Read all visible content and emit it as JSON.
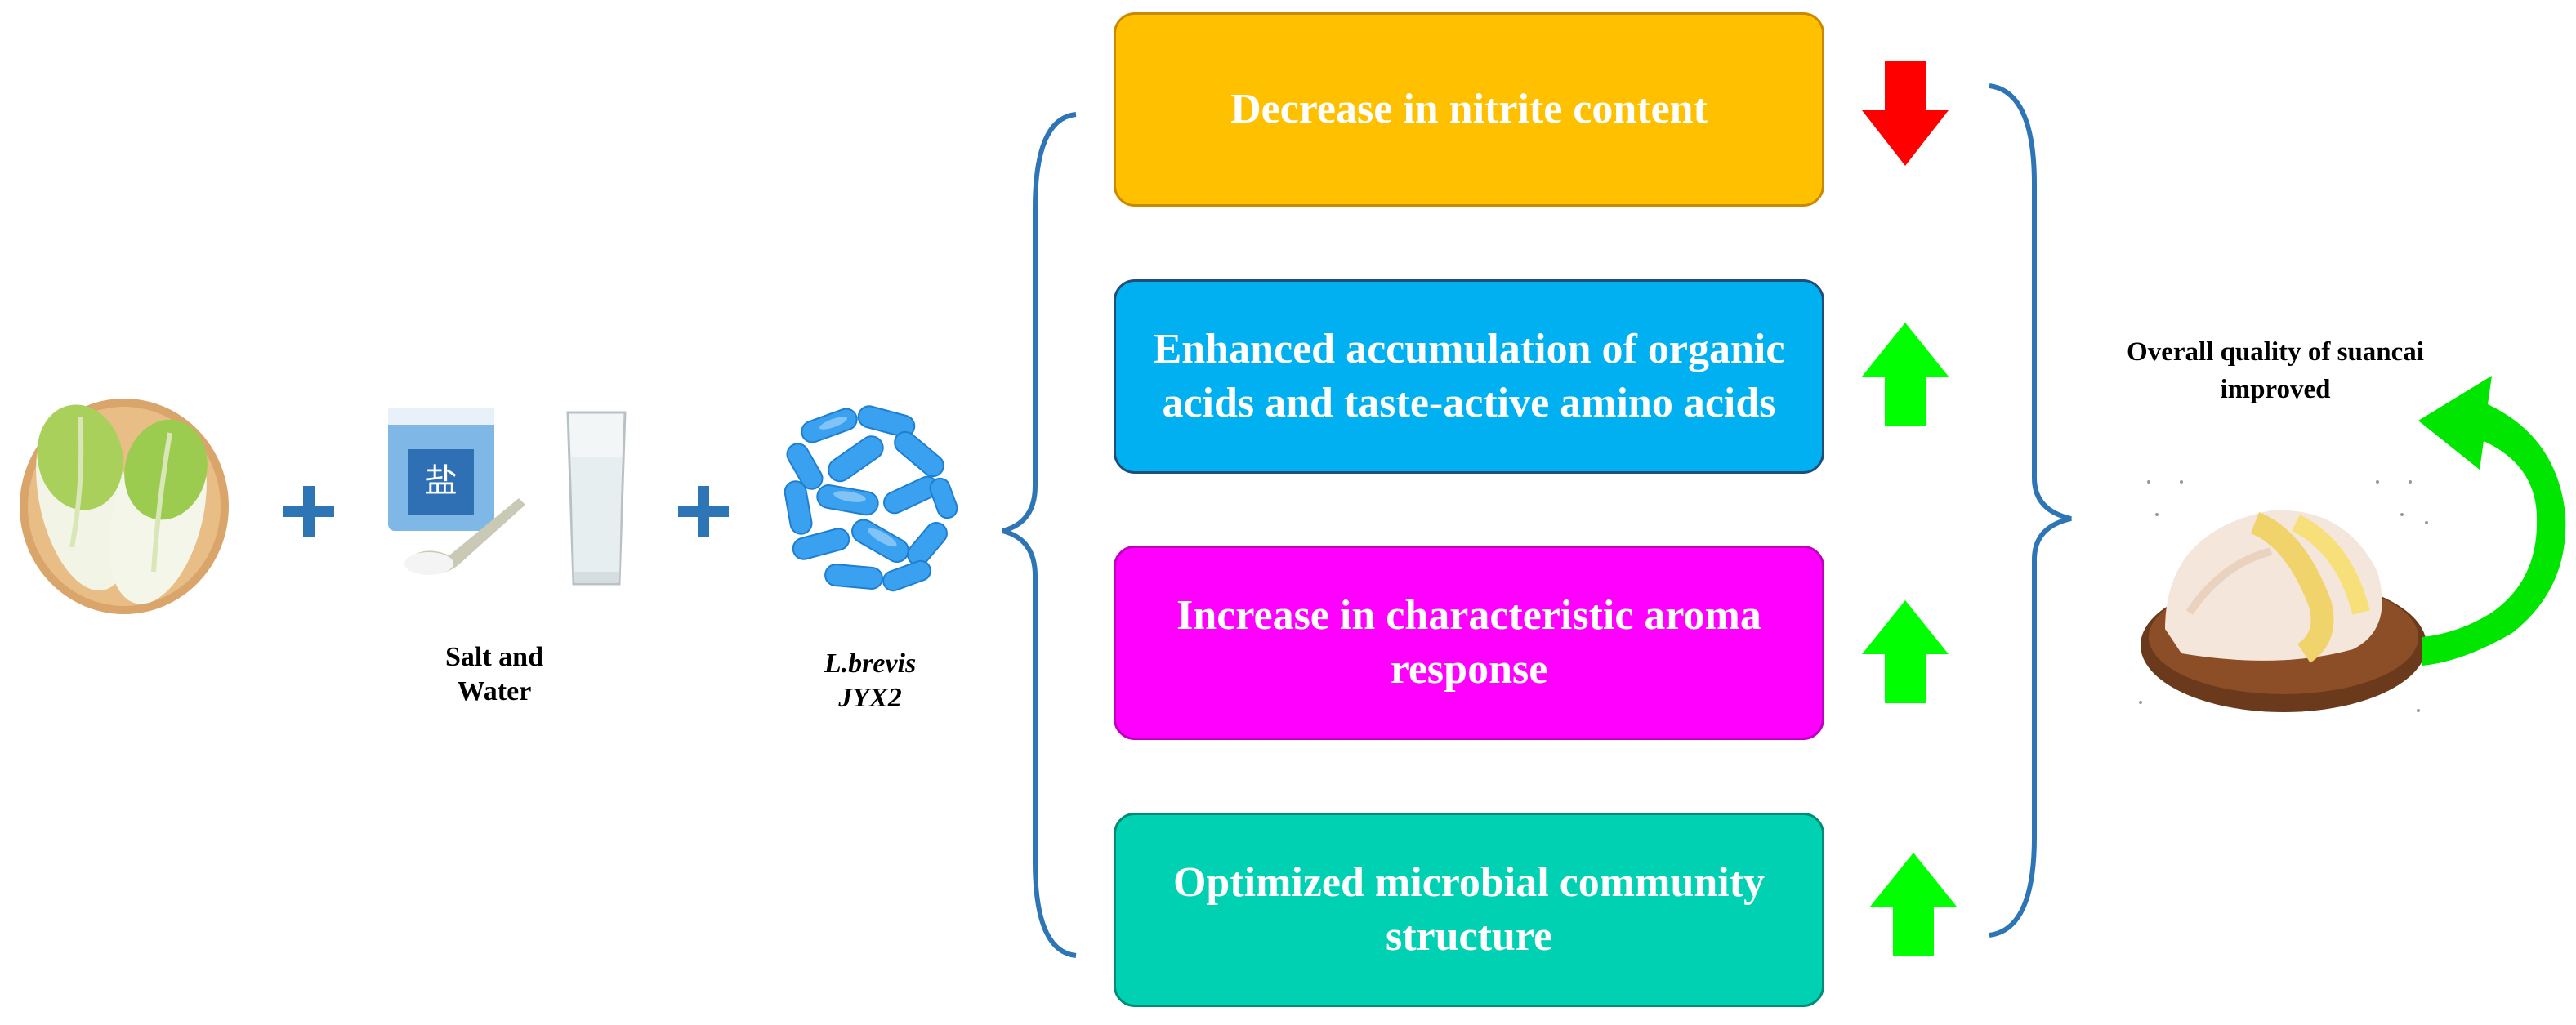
{
  "inputs": {
    "salt_water_label_line1": "Salt and",
    "salt_water_label_line2": "Water",
    "bacteria_label_line1": "L.brevis",
    "bacteria_label_line2": "JYX2",
    "salt_bag_text": "盐"
  },
  "effects": [
    {
      "text": "Decrease in nitrite content",
      "color": "#FFC000",
      "border": "#C98A00",
      "direction": "down",
      "arrow_color": "#FF0000"
    },
    {
      "text": "Enhanced accumulation of organic acids and taste-active amino acids",
      "color": "#00B0F0",
      "border": "#1F4E79",
      "direction": "up",
      "arrow_color": "#00FF00"
    },
    {
      "text": "Increase in characteristic aroma response",
      "color": "#FF00FF",
      "border": "#C000C0",
      "direction": "up",
      "arrow_color": "#00FF00"
    },
    {
      "text": "Optimized microbial community structure",
      "color": "#00D1B2",
      "border": "#008C76",
      "direction": "up",
      "arrow_color": "#00FF00"
    }
  ],
  "outcome": {
    "title_line1": "Overall quality of suancai",
    "title_line2": "improved"
  },
  "colors": {
    "plus": "#2E75B6",
    "brace": "#2E75B6",
    "curved_arrow": "#00E600"
  }
}
